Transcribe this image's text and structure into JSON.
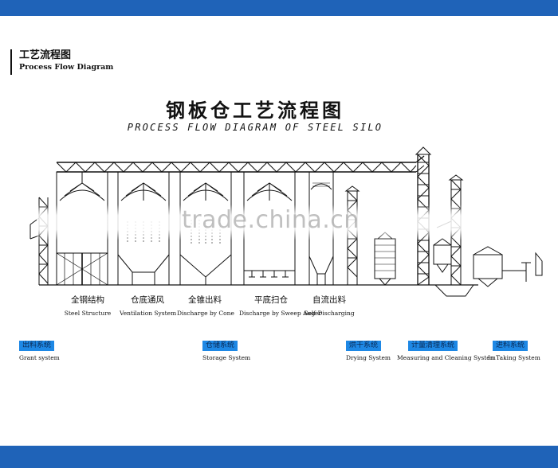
{
  "section": {
    "zh": "工艺流程图",
    "en": "Process Flow Diagram"
  },
  "title": {
    "zh": "钢板仓工艺流程图",
    "en": "PROCESS FLOW DIAGRAM OF STEEL SILO"
  },
  "watermark": "trade.china.cn",
  "components": [
    {
      "zh": "全钢结构",
      "en": "Steel Structure"
    },
    {
      "zh": "仓底通风",
      "en": "Ventilation System"
    },
    {
      "zh": "全锥出料",
      "en": "Discharge by Cone"
    },
    {
      "zh": "平底扫仓",
      "en": "Discharge by Sweep Auger"
    },
    {
      "zh": "自流出料",
      "en": "Self Discharging"
    }
  ],
  "systems": [
    {
      "zh": "出料系统",
      "en": "Grant  system"
    },
    {
      "zh": "仓储系统",
      "en": "Storage  System"
    },
    {
      "zh": "烘干系统",
      "en": "Drying System"
    },
    {
      "zh": "计量清理系统",
      "en": "Measuring and Cleaning System"
    },
    {
      "zh": "进料系统",
      "en": "In Taking System"
    }
  ],
  "colors": {
    "bar": "#1f63b8",
    "tag": "#1e88e5",
    "line": "#111111"
  }
}
